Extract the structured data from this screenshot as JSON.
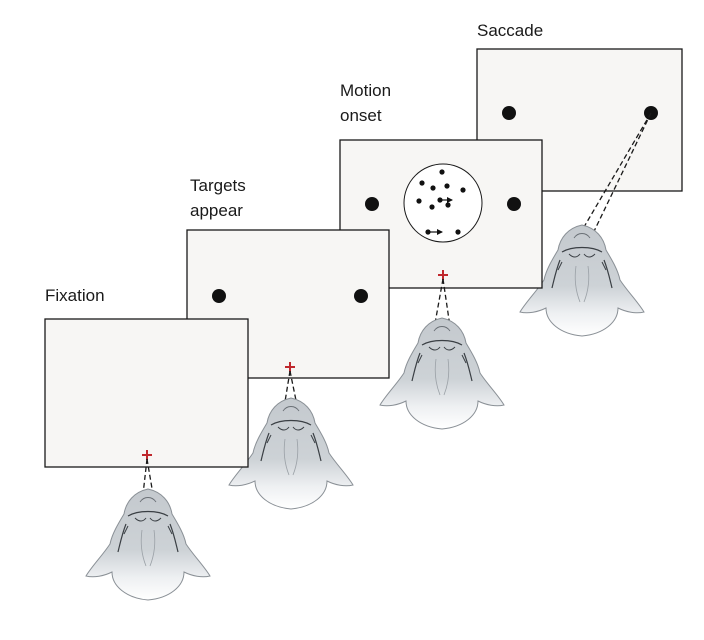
{
  "stages": [
    {
      "id": "fixation",
      "label_lines": [
        "Fixation"
      ]
    },
    {
      "id": "targets",
      "label_lines": [
        "Targets",
        "appear"
      ]
    },
    {
      "id": "motion",
      "label_lines": [
        "Motion",
        "onset"
      ]
    },
    {
      "id": "saccade",
      "label_lines": [
        "Saccade"
      ]
    }
  ],
  "colors": {
    "screen_fill": "#f7f6f4",
    "outline": "#1a1a1a",
    "fixation_point": "#c0282d",
    "head_top": "#c4c9ce",
    "head_bottom": "#ffffff",
    "target": "#111111"
  },
  "icons": {
    "subject": "monkey-head-icon",
    "fixation": "fixation-cross-icon"
  }
}
